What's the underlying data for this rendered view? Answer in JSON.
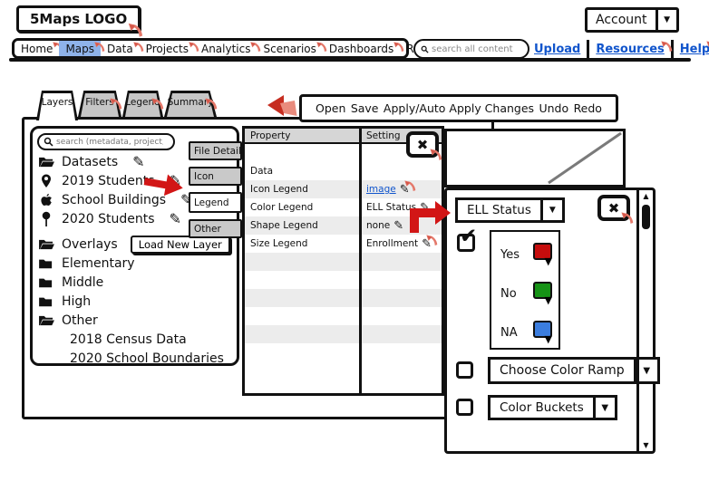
{
  "header": {
    "logo": "5Maps LOGO",
    "account_label": "Account"
  },
  "nav": {
    "items": [
      {
        "label": "Home"
      },
      {
        "label": "Maps"
      },
      {
        "label": "Data"
      },
      {
        "label": "Projects"
      },
      {
        "label": "Analytics"
      },
      {
        "label": "Scenarios"
      },
      {
        "label": "Dashboards"
      },
      {
        "label": "Reports"
      }
    ],
    "active_item": "Maps",
    "active_color": "#8fb3ea",
    "search_placeholder": "search all content",
    "links": [
      {
        "label": "Upload"
      },
      {
        "label": "Resources"
      },
      {
        "label": "Help"
      }
    ],
    "link_color": "#1155cc"
  },
  "layers_window": {
    "tabs": [
      {
        "label": "Layers"
      },
      {
        "label": "Filters"
      },
      {
        "label": "Legend"
      },
      {
        "label": "Summary"
      }
    ],
    "active_tab": "Layers",
    "search_placeholder": "search (metadata, project, etc)",
    "tree": [
      {
        "label": "Datasets",
        "icon": "open-folder"
      },
      {
        "label": "2019 Students",
        "icon": "map-pin"
      },
      {
        "label": "School Buildings",
        "icon": "apple"
      },
      {
        "label": "2020 Students",
        "icon": "push-pin"
      },
      {
        "label": "Overlays",
        "icon": "open-folder"
      },
      {
        "label": "Elementary",
        "icon": "closed-folder"
      },
      {
        "label": "Middle",
        "icon": "closed-folder"
      },
      {
        "label": "High",
        "icon": "closed-folder"
      },
      {
        "label": "Other",
        "icon": "open-folder"
      },
      {
        "label": "2018 Census Data",
        "icon": "none"
      },
      {
        "label": "2020 School Boundaries",
        "icon": "none"
      }
    ],
    "load_button": "Load New Layer",
    "side_buttons": [
      {
        "label": "File Details"
      },
      {
        "label": "Icon"
      },
      {
        "label": "Legend"
      },
      {
        "label": "Other"
      }
    ],
    "active_side_button": "Legend"
  },
  "toolbar": {
    "items": [
      {
        "label": "Open"
      },
      {
        "label": "Save"
      },
      {
        "label": "Apply/Auto Apply Changes"
      },
      {
        "label": "Undo"
      },
      {
        "label": "Redo"
      }
    ]
  },
  "property_window": {
    "columns": [
      {
        "label": "Property"
      },
      {
        "label": "Setting"
      }
    ],
    "rows": [
      {
        "property": "Data",
        "setting": ""
      },
      {
        "property": "Icon Legend",
        "setting": "image"
      },
      {
        "property": "Color Legend",
        "setting": "ELL Status"
      },
      {
        "property": "Shape Legend",
        "setting": "none"
      },
      {
        "property": "Size Legend",
        "setting": "Enrollment"
      }
    ]
  },
  "legend_window": {
    "dropdown_value": "ELL Status",
    "categories": [
      {
        "label": "Yes",
        "color": "#c60d0d"
      },
      {
        "label": "No",
        "color": "#169316"
      },
      {
        "label": "NA",
        "color": "#3b7dde"
      }
    ],
    "options": [
      {
        "label": "Choose Color Ramp",
        "checked": false
      },
      {
        "label": "Color Buckets",
        "checked": false
      }
    ]
  },
  "glyphs": {
    "close": "✖",
    "check": "✔",
    "arrow_down": "▼",
    "arrow_up": "▲",
    "pencil": "✎"
  }
}
